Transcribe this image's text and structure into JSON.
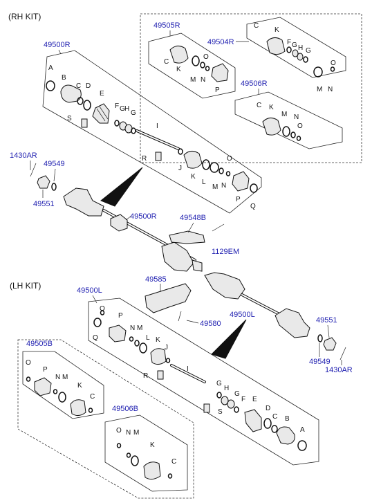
{
  "kits": {
    "rh": "(RH KIT)",
    "lh": "(LH KIT)"
  },
  "part_numbers": {
    "p49500R_top": "49500R",
    "p49505R": "49505R",
    "p49504R": "49504R",
    "p49506R": "49506R",
    "p1430AR_top": "1430AR",
    "p49549_top": "49549",
    "p49551_top": "49551",
    "p49500R_mid": "49500R",
    "p49548B": "49548B",
    "p1129EM": "1129EM",
    "p49585": "49585",
    "p49580": "49580",
    "p49500L_left": "49500L",
    "p49500L_mid": "49500L",
    "p49551_right": "49551",
    "p49549_right": "49549",
    "p1430AR_right": "1430AR",
    "p49505B": "49505B",
    "p49506B": "49506B"
  },
  "letters": {
    "rh_main": [
      "A",
      "B",
      "C",
      "D",
      "E",
      "F",
      "G",
      "H",
      "G",
      "S",
      "I",
      "R",
      "J",
      "K",
      "L",
      "M",
      "N",
      "O",
      "P",
      "Q"
    ],
    "rh_49505R": [
      "C",
      "K",
      "M",
      "N",
      "O",
      "P"
    ],
    "rh_49504R": [
      "C",
      "K",
      "F",
      "G",
      "H",
      "G",
      "M",
      "N",
      "O"
    ],
    "rh_49506R": [
      "C",
      "K",
      "M",
      "N",
      "O"
    ],
    "lh_main": [
      "O",
      "Q",
      "P",
      "N",
      "M",
      "L",
      "K",
      "J",
      "R",
      "I",
      "G",
      "H",
      "G",
      "F",
      "E",
      "S",
      "D",
      "C",
      "B",
      "A"
    ],
    "lh_49505B": [
      "O",
      "P",
      "N",
      "M",
      "K",
      "C"
    ],
    "lh_49506B": [
      "O",
      "N",
      "M",
      "K",
      "C"
    ]
  }
}
